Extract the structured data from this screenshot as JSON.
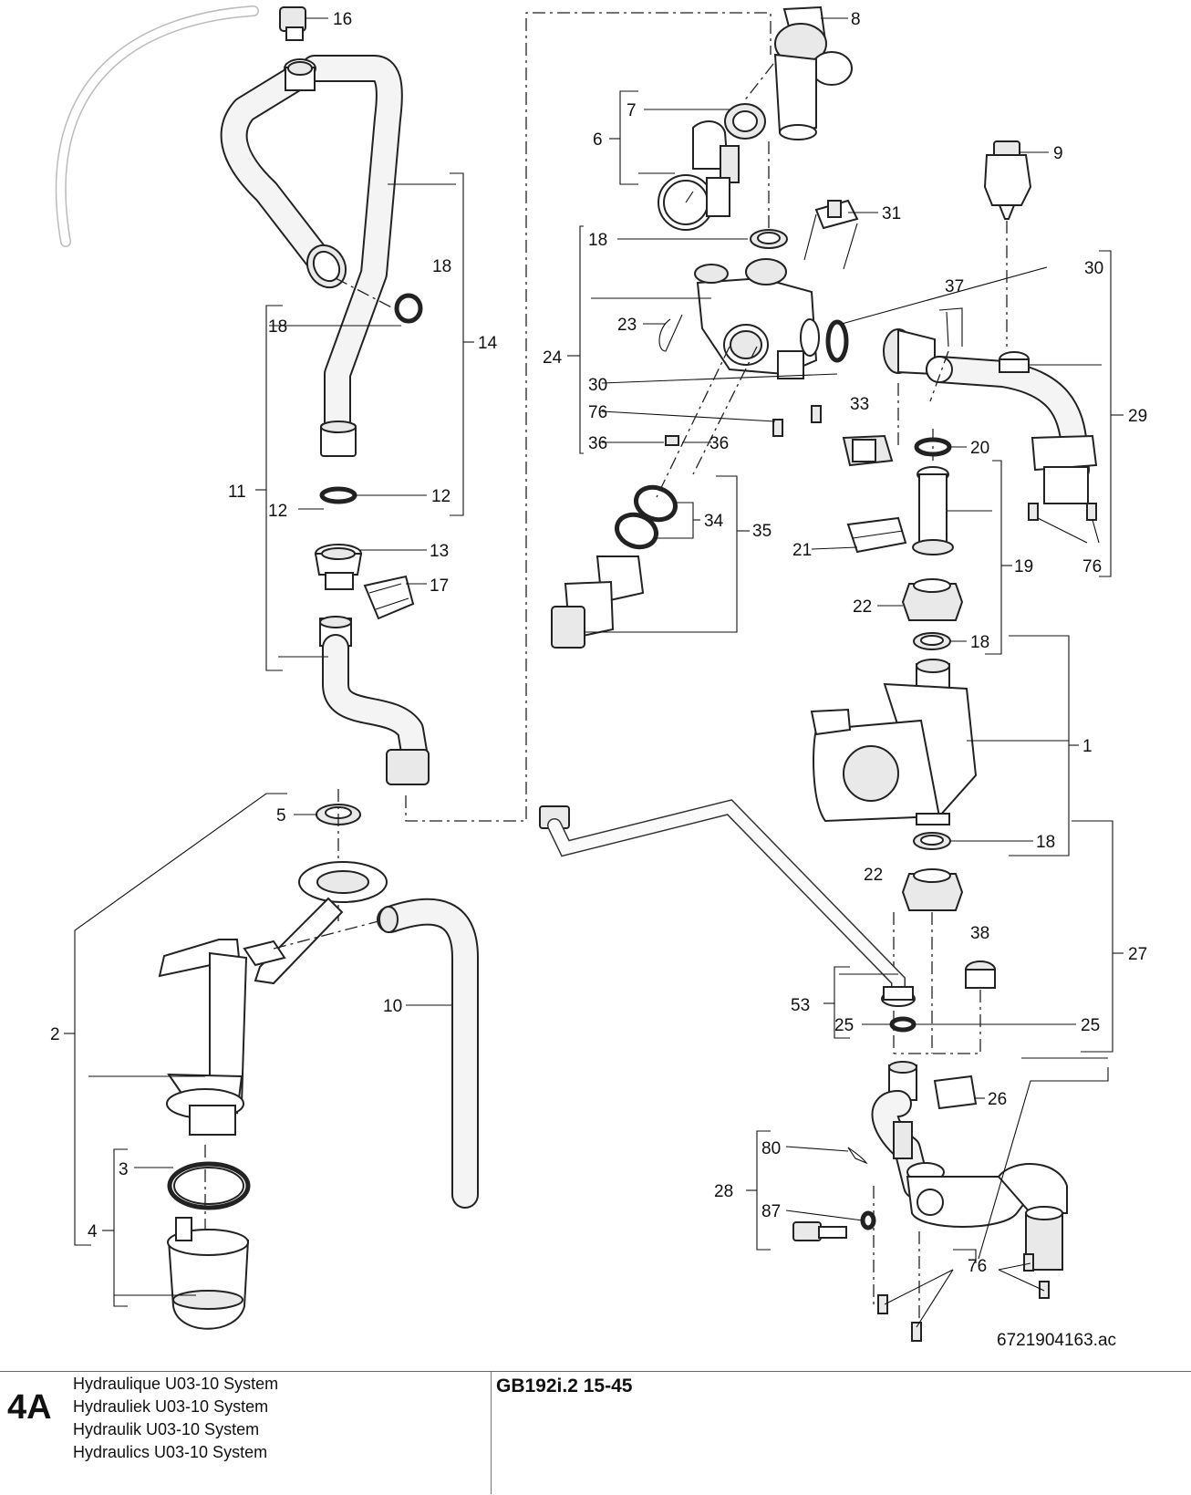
{
  "figure": {
    "code": "6721904163.ac",
    "labels": {
      "l16": "16",
      "l8": "8",
      "l7": "7",
      "l6": "6",
      "l9": "9",
      "l31": "31",
      "l18a": "18",
      "l18b": "18",
      "l18c": "18",
      "l18d": "18",
      "l18e": "18",
      "l30a": "30",
      "l30b": "30",
      "l37": "37",
      "l14": "14",
      "l23": "23",
      "l24": "24",
      "l29": "29",
      "l76a": "76",
      "l76b": "76",
      "l76c": "76",
      "l36a": "36",
      "l36b": "36",
      "l33": "33",
      "l20": "20",
      "l11": "11",
      "l12a": "12",
      "l12b": "12",
      "l34": "34",
      "l35": "35",
      "l13": "13",
      "l21": "21",
      "l19": "19",
      "l17": "17",
      "l22a": "22",
      "l22b": "22",
      "l1": "1",
      "l5": "5",
      "l2": "2",
      "l10": "10",
      "l38": "38",
      "l27": "27",
      "l53": "53",
      "l25a": "25",
      "l25b": "25",
      "l26": "26",
      "l3": "3",
      "l4": "4",
      "l80": "80",
      "l28": "28",
      "l87": "87"
    }
  },
  "footer": {
    "page_id": "4A",
    "descriptions": [
      "Hydraulique U03-10 System",
      "Hydrauliek U03-10 System",
      "Hydraulik U03-10 System",
      "Hydraulics U03-10 System"
    ],
    "model": "GB192i.2 15-45"
  }
}
